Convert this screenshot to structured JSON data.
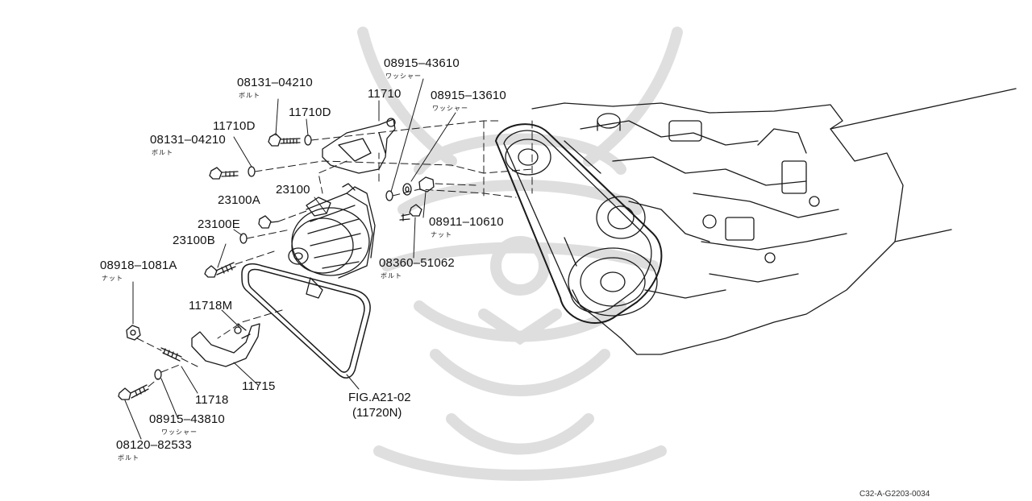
{
  "colors": {
    "line": "#1a1a1a",
    "watermark": "#d9d9d9",
    "paper": "#ffffff"
  },
  "parts": {
    "p1": "08915–43610",
    "p1_sub": "ワッシャー",
    "p2": "08131–04210",
    "p2_sub": "ボルト",
    "p3": "11710",
    "p4": "08915–13610",
    "p4_sub": "ワッシャー",
    "p5": "11710D",
    "p6": "11710D",
    "p7": "08131–04210",
    "p7_sub": "ボルト",
    "p8": "23100A",
    "p9": "23100",
    "p10": "08911–10610",
    "p10_sub": "ナット",
    "p11": "23100E",
    "p12": "23100B",
    "p13": "08360–51062",
    "p13_sub": "ボルト",
    "p14": "08918–1081A",
    "p14_sub": "ナット",
    "p15": "11718M",
    "p16": "11715",
    "p17": "11718",
    "p18": "08915–43810",
    "p18_sub": "ワッシャー",
    "p19": "08120–82533",
    "p19_sub": "ボルト"
  },
  "figure_ref": {
    "fig": "FIG.A21-02",
    "part": "(11720N)"
  },
  "diagram_code": "C32-A-G2203-0034"
}
